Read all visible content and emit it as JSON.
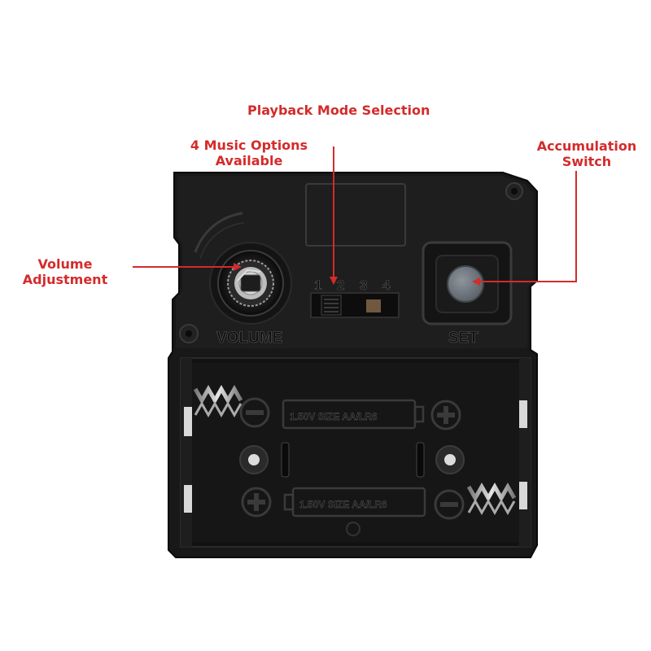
{
  "callouts": {
    "playback_mode": "Playback Mode Selection",
    "music_options": [
      "4 Music Options",
      "Available"
    ],
    "accumulation": [
      "Accumulation",
      "Switch"
    ],
    "volume": [
      "Volume",
      "Adjustment"
    ]
  },
  "device": {
    "volume_label": "VOLUME",
    "set_label": "SET",
    "dip_positions": [
      "1",
      "2",
      "3",
      "4"
    ],
    "battery_label": "1.50V  SIZE  AA/LR6",
    "battery_label_2": "1.50V  SIZE  AA/LR6"
  },
  "colors": {
    "callout": "#d42b2b",
    "arrow": "#d42b2b",
    "casing": "#171717"
  }
}
